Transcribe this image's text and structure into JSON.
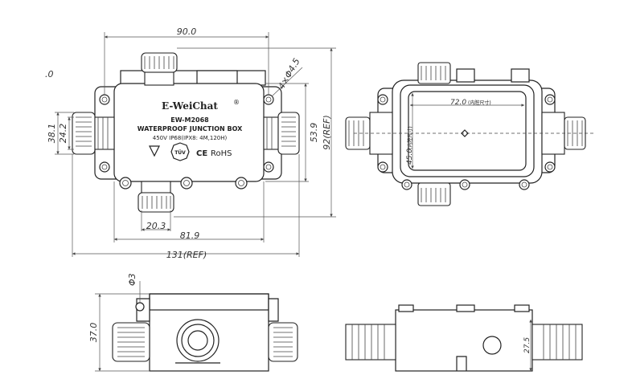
{
  "page": {
    "stray_mark": ".0"
  },
  "front_view": {
    "brand": "E-WeiChat",
    "brand_mark": "®",
    "model": "EW-M2068",
    "product": "WATERPROOF JUNCTION BOX",
    "spec": "450V  IP68(IPX8: 4M,120H)",
    "cert_tuv": "TÜV",
    "cert_ce": "CE",
    "cert_rohs": "RoHS",
    "dims": {
      "top_width": "90.0",
      "holes": "4×Φ4.5",
      "left_outer": "38.1",
      "left_inner": "24.2",
      "right_height": "53.9",
      "right_ref": "92(REF)",
      "bottom_gland": "20.3",
      "bottom_body": "81.9",
      "overall": "131(REF)"
    }
  },
  "top_view": {
    "dims": {
      "inner_width": "72.0",
      "inner_height": "45.0",
      "note": "(内腔尺寸)"
    }
  },
  "side_view": {
    "dims": {
      "hole": "Φ3",
      "height": "37.0"
    }
  },
  "section_view": {
    "dims": {
      "depth": "27.5"
    }
  }
}
